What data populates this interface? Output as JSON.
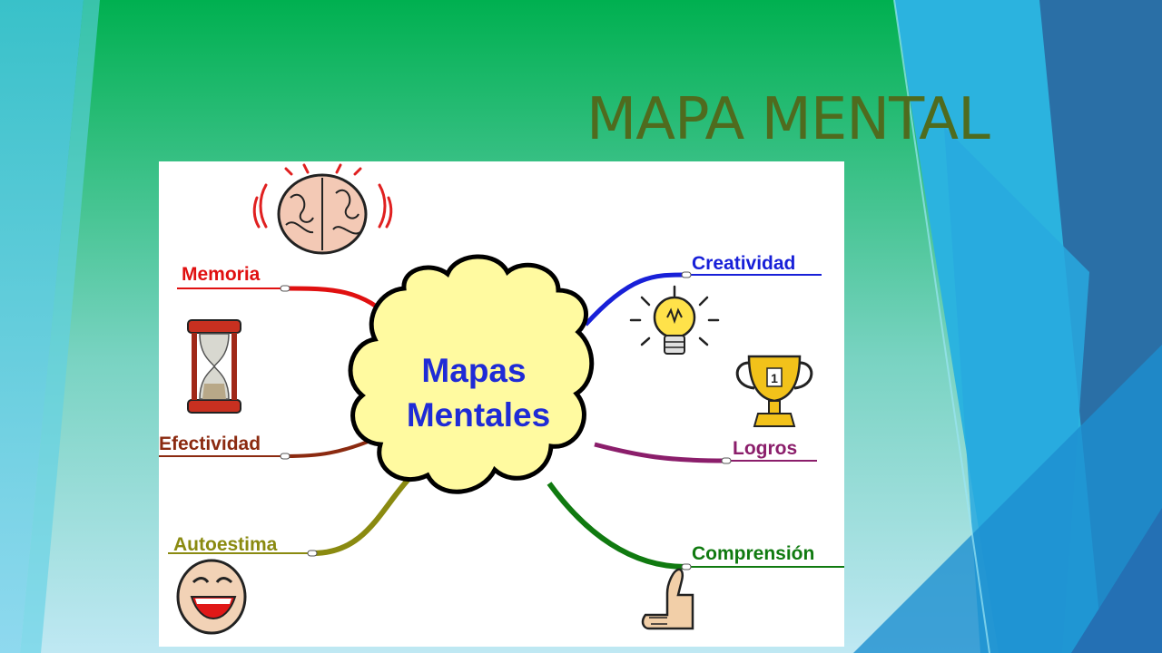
{
  "slide": {
    "title": "MAPA MENTAL",
    "title_color": "#4f6b1e",
    "background_colors": [
      "#00b050",
      "#7fd6c0",
      "#29b3e0",
      "#2a6fa6"
    ]
  },
  "mind_map": {
    "center": {
      "line1": "Mapas",
      "line2": "Mentales",
      "fill": "#fffaa0",
      "text_color": "#1f2bd6"
    },
    "branches": [
      {
        "label": "Memoria",
        "color": "#e01010",
        "icon": "brain-icon"
      },
      {
        "label": "Efectividad",
        "color": "#8b2a10",
        "icon": "hourglass-icon"
      },
      {
        "label": "Autoestima",
        "color": "#8a8a10",
        "icon": "laughing-face-icon"
      },
      {
        "label": "Creatividad",
        "color": "#1820d8",
        "icon": "light-bulb-icon"
      },
      {
        "label": "Logros",
        "color": "#8b1e6b",
        "icon": "trophy-icon"
      },
      {
        "label": "Comprensión",
        "color": "#107a10",
        "icon": "thumbs-up-icon"
      }
    ]
  }
}
